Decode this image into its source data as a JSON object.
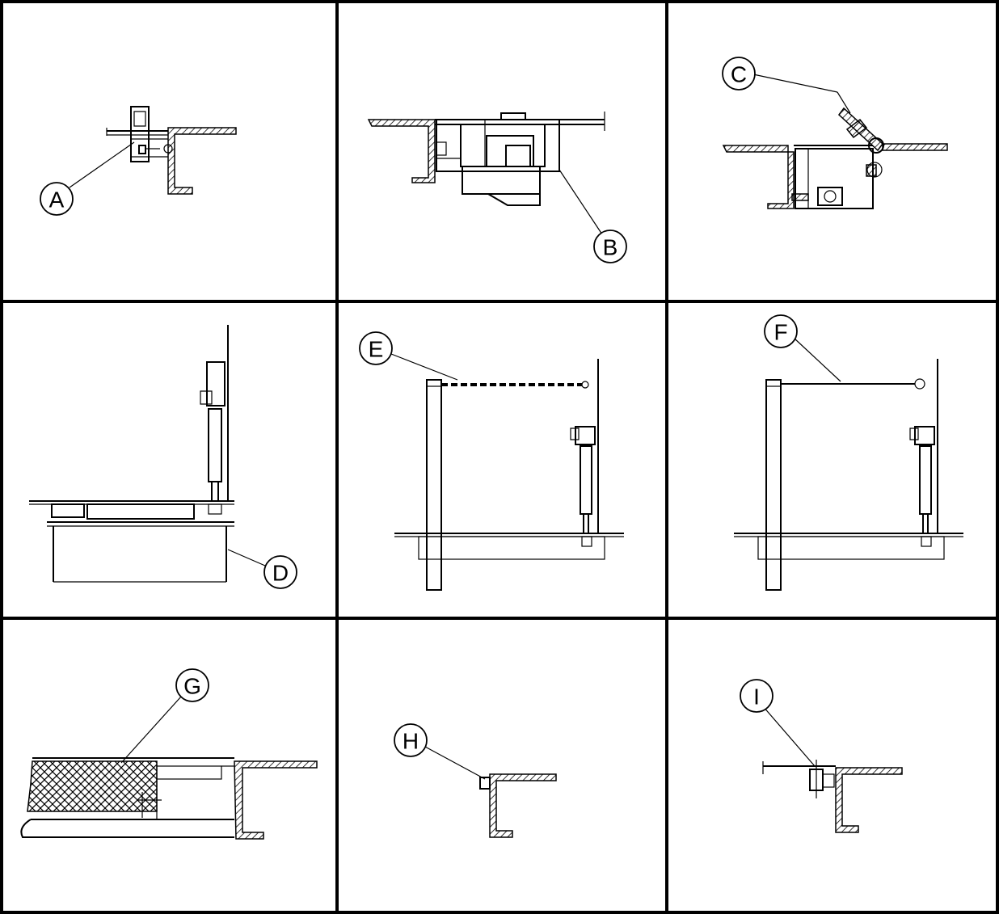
{
  "details": [
    {
      "id": "detail-a",
      "label": "A"
    },
    {
      "id": "detail-b",
      "label": "B"
    },
    {
      "id": "detail-c",
      "label": "C"
    },
    {
      "id": "detail-d",
      "label": "D"
    },
    {
      "id": "detail-e",
      "label": "E"
    },
    {
      "id": "detail-f",
      "label": "F"
    },
    {
      "id": "detail-g",
      "label": "G"
    },
    {
      "id": "detail-h",
      "label": "H"
    },
    {
      "id": "detail-i",
      "label": "I"
    }
  ]
}
